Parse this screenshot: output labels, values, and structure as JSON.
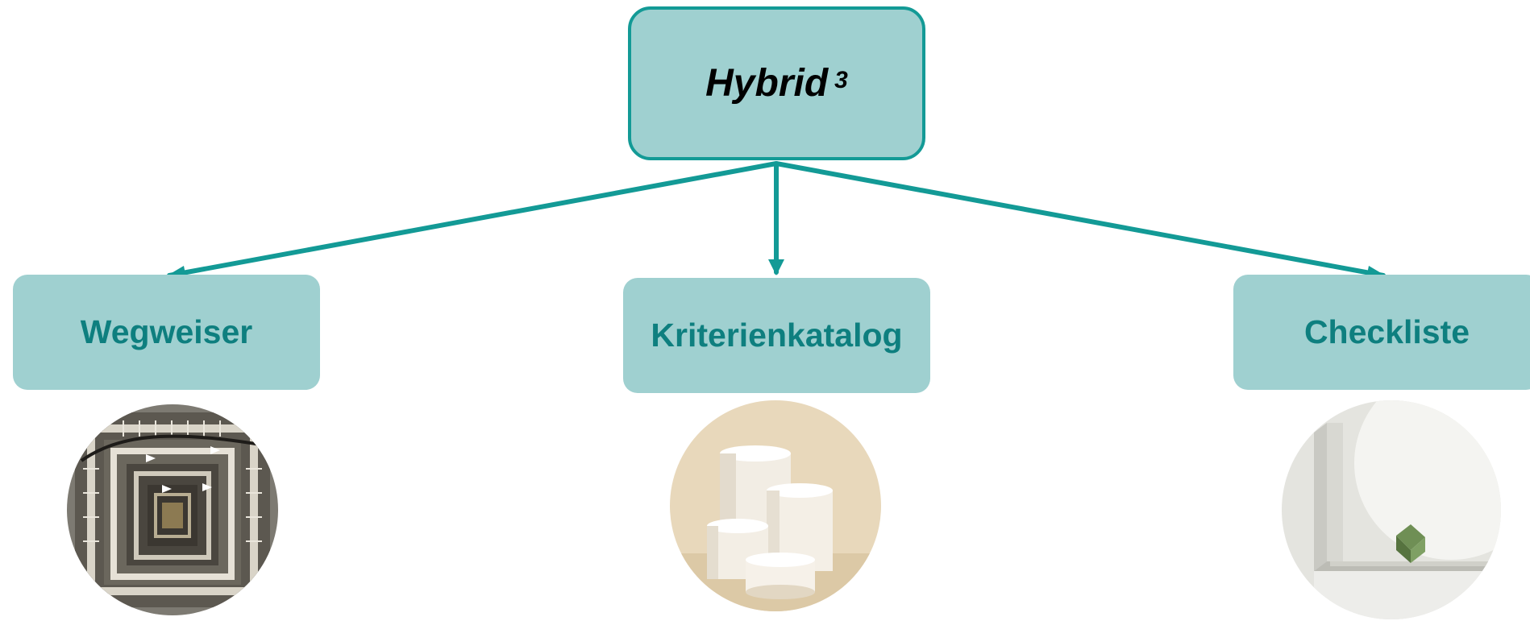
{
  "diagram": {
    "root": {
      "title": "Hybrid",
      "superscript": "3"
    },
    "children": [
      {
        "label": "Wegweiser",
        "image": "spiral-staircase-photo"
      },
      {
        "label": "Kriterienkatalog",
        "image": "white-cylinders-photo"
      },
      {
        "label": "Checkliste",
        "image": "green-cube-on-ledge-photo"
      }
    ]
  },
  "colors": {
    "box_fill": "#9fd0d0",
    "box_border": "#139a96",
    "connector": "#139a96",
    "child_text": "#0e7f7f",
    "root_text": "#000000"
  }
}
